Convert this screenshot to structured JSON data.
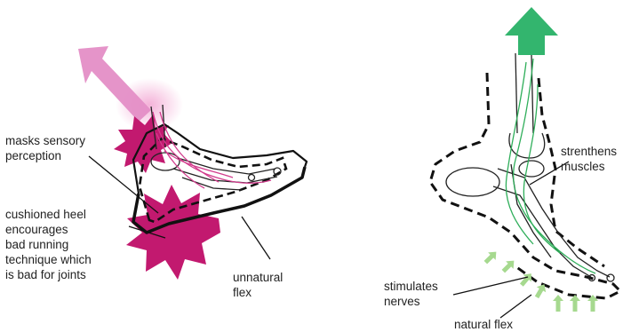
{
  "left_panel": {
    "labels": {
      "sensory": [
        "masks sensory",
        "perception"
      ],
      "heel": [
        "cushioned heel",
        "encourages",
        "bad running",
        "technique which",
        "is bad for joints"
      ],
      "flex": [
        "unnatural",
        "flex"
      ]
    },
    "colors": {
      "arrow": "#e48ec6",
      "burst": "#c2196f",
      "nerves": "#d23c8d",
      "outline": "#111111"
    }
  },
  "right_panel": {
    "labels": {
      "muscles": [
        "strenthens",
        "muscles"
      ],
      "nerves": [
        "stimulates",
        "nerves"
      ],
      "flex": [
        "natural flex"
      ]
    },
    "colors": {
      "arrow": "#33b56e",
      "small_arrows": "#a6d98f",
      "muscle_lines": "#2fae5a",
      "outline": "#111111"
    }
  }
}
